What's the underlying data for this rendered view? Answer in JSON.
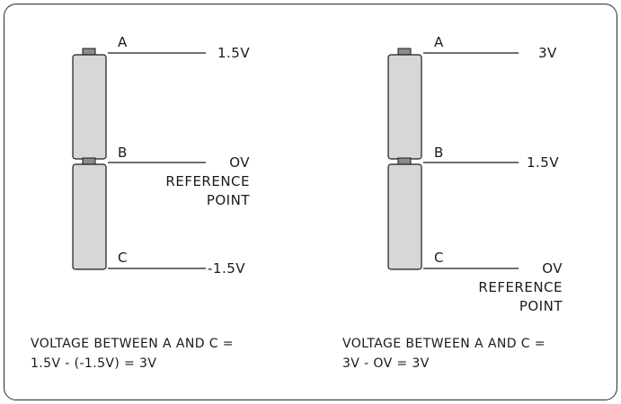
{
  "left": {
    "label_a": "A",
    "label_b": "B",
    "label_c": "C",
    "voltage_a": "1.5V",
    "voltage_b": "OV",
    "reference_line1": "REFERENCE",
    "reference_line2": "POINT",
    "voltage_c": "-1.5V",
    "caption_line1": "VOLTAGE BETWEEN A AND C =",
    "caption_line2": "1.5V - (-1.5V) = 3V"
  },
  "right": {
    "label_a": "A",
    "label_b": "B",
    "label_c": "C",
    "voltage_a": "3V",
    "voltage_b": "1.5V",
    "voltage_c": "OV",
    "reference_line1": "REFERENCE",
    "reference_line2": "POINT",
    "caption_line1": "VOLTAGE BETWEEN A AND C =",
    "caption_line2": "3V - OV = 3V"
  },
  "colors": {
    "battery_fill": "#d7d7d7",
    "battery_terminal": "#8a8a8a",
    "line": "#1a1a1a",
    "border": "#2a2a2a"
  }
}
